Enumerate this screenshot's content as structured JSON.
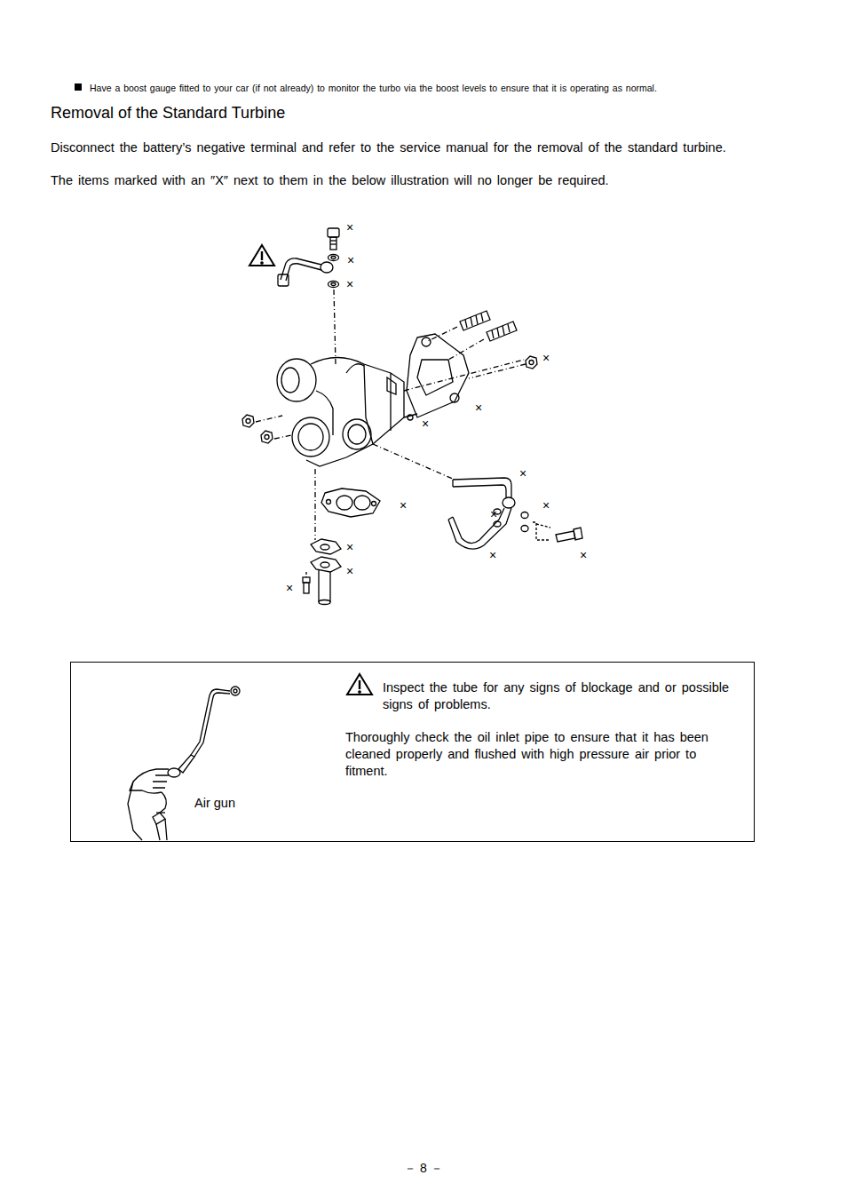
{
  "diagram": {
    "title": "Removal of the Standard Turbine",
    "nodes": [
      {
        "text": [
          "Inspect the tube for any signs of blockage and or possible signs of problems.",
          "Thoroughly check the oil inlet pipe to ensure that it has been cleaned properly and flushed with high pressure air prior to fitment.",
          "Air gun"
        ]
      }
    ],
    "edges": [],
    "labels": [
      "Have a boost gauge fitted to your car (if not already) to monitor the turbo via the boost levels to ensure that it is operating as normal.",
      "Disconnect the battery’s negative terminal and refer to the service manual for the removal of the standard turbine.",
      "The items marked with an ″X″ next to them in the below illustration will no longer be required.",
      "×",
      "×",
      "×",
      "×",
      "×",
      "×",
      "×",
      "×",
      "×",
      "×",
      "×",
      "×",
      "×",
      "×",
      "×",
      "－ 8 －"
    ]
  }
}
